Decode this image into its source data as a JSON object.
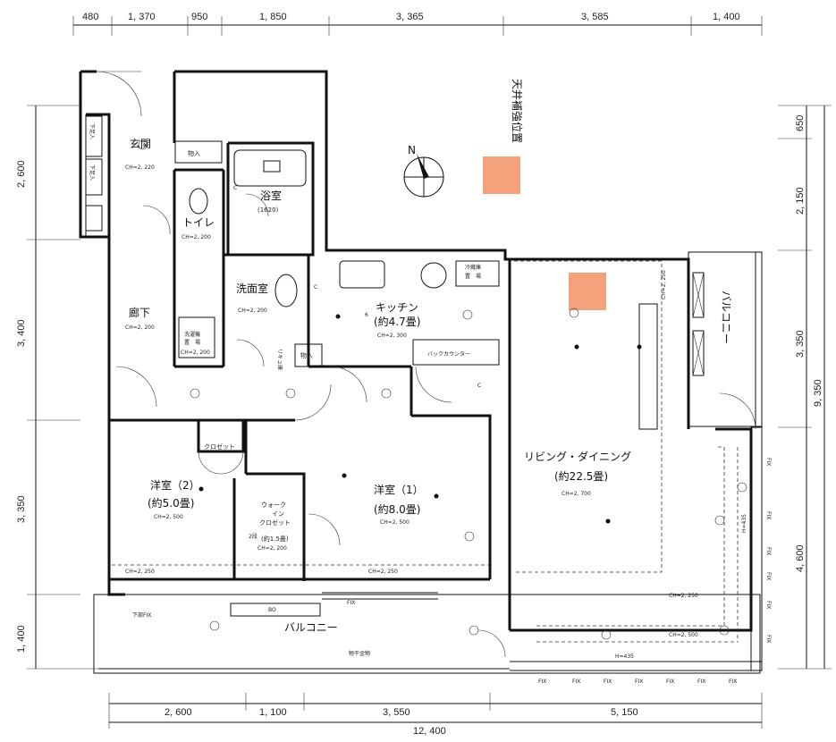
{
  "dimensions": {
    "top": [
      "480",
      "1, 370",
      "950",
      "1, 850",
      "3, 365",
      "3, 585",
      "1, 400"
    ],
    "bottom": [
      "2, 600",
      "1, 100",
      "3, 550",
      "5, 150"
    ],
    "bottom_total": "12, 400",
    "left": [
      "2, 600",
      "3, 400",
      "3, 350",
      "1, 400"
    ],
    "right": [
      "650",
      "2, 150",
      "3, 350",
      "4, 600"
    ],
    "right_total": "9, 350"
  },
  "rooms": {
    "genkan": {
      "name": "玄関",
      "ch": "CH=2, 220"
    },
    "monoire1": {
      "name": "物入"
    },
    "monoire2": {
      "name": "物入"
    },
    "toilet": {
      "name": "トイレ",
      "ch": "CH=2, 200"
    },
    "bath": {
      "name": "浴室",
      "size": "(1620)"
    },
    "senmen": {
      "name": "洗面室",
      "ch": "CH=2, 200"
    },
    "roka": {
      "name": "廊下",
      "ch": "CH=2, 200"
    },
    "washer": {
      "name1": "洗濯機",
      "name2": "置　場",
      "ch": "CH=2, 200"
    },
    "kitchen": {
      "name": "キッチン",
      "size": "(約4.7畳)",
      "ch": "CH=2, 300"
    },
    "reizoko": {
      "name1": "冷蔵庫",
      "name2": "置　場"
    },
    "back_counter": {
      "name": "バックカウンター"
    },
    "living": {
      "name": "リビング・ダイニング",
      "size": "(約22.5畳)",
      "ch": "CH=2, 700"
    },
    "yoshitsu2": {
      "name": "洋室（2）",
      "size": "(約5.0畳)",
      "ch": "CH=2, 500"
    },
    "yoshitsu1": {
      "name": "洋室（1）",
      "size": "(約8.0畳)",
      "ch": "CH=2, 500"
    },
    "closet": {
      "name": "クロゼット"
    },
    "walkin": {
      "l1": "ウォーク",
      "l2": "イン",
      "l3": "クロゼット",
      "size": "(約1.5畳)",
      "ch": "CH=2, 200"
    },
    "balcony_s": {
      "name": "バルコニー"
    },
    "balcony_e": {
      "name": "バルコニー"
    },
    "shimo": "下足入",
    "monohoshi": "物干金物",
    "shitabu": "下部FIX",
    "fix": "FIX",
    "ten": "天井補強位置",
    "ch2250": "CH=2, 250",
    "ch2500": "CH=2, 500",
    "h435": "H=435",
    "bo": "BO",
    "ni_dan": "2段",
    "rikyu": "リキュ庫",
    "north": "N",
    "c": "C",
    "num6": "6"
  }
}
